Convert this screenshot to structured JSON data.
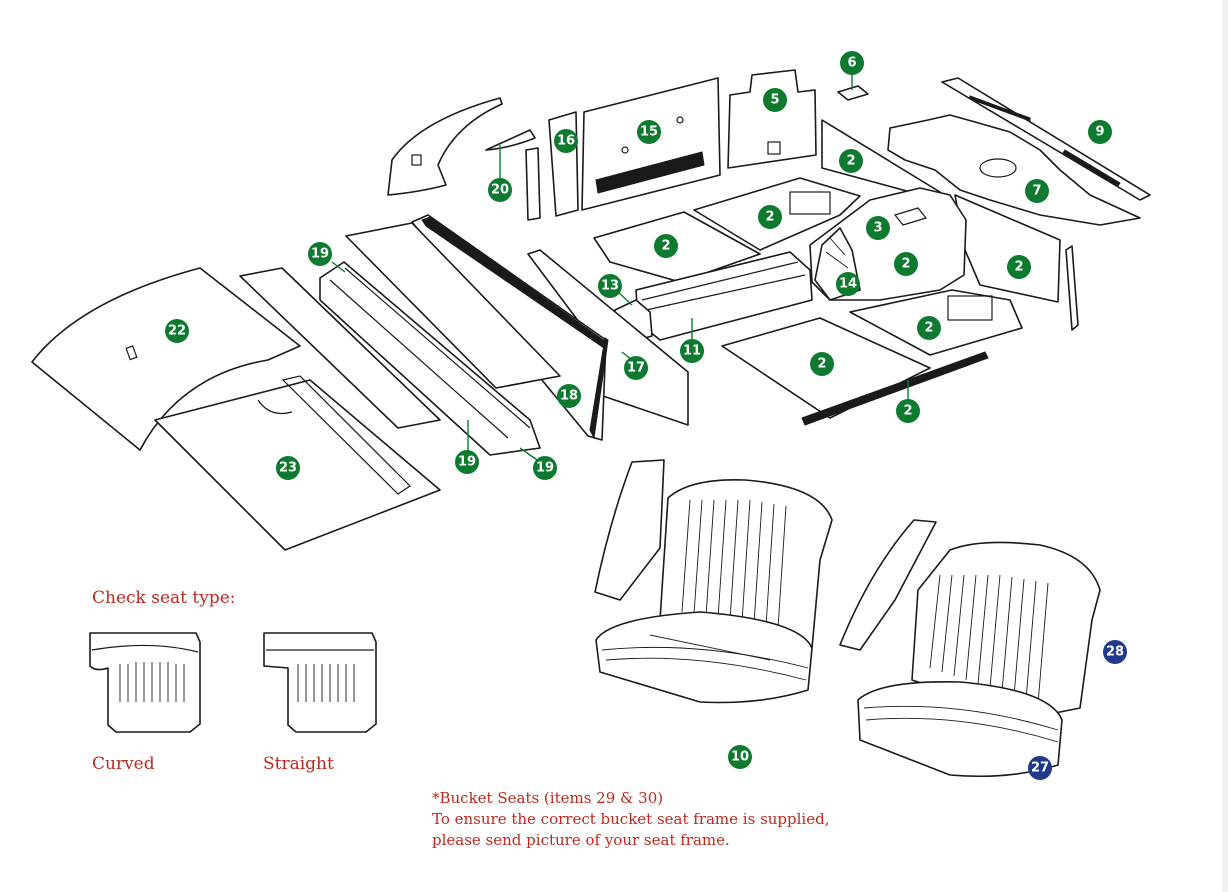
{
  "colors": {
    "badge_green": "#0d7a2f",
    "badge_blue": "#1f3a8a",
    "text_red": "#c0281e",
    "outline": "#1a1a1a"
  },
  "badges": {
    "b2a": "2",
    "b2b": "2",
    "b2c": "2",
    "b2d": "2",
    "b2e": "2",
    "b2f": "2",
    "b2g": "2",
    "b2h": "2",
    "b3": "3",
    "b5": "5",
    "b6": "6",
    "b7": "7",
    "b9": "9",
    "b10": "10",
    "b11": "11",
    "b13": "13",
    "b14": "14",
    "b15": "15",
    "b16": "16",
    "b17": "17",
    "b18": "18",
    "b19a": "19",
    "b19b": "19",
    "b19c": "19",
    "b20": "20",
    "b22": "22",
    "b23": "23",
    "b27": "27",
    "b28": "28"
  },
  "seat_type": {
    "heading": "Check seat type:",
    "curved_label": "Curved",
    "straight_label": "Straight"
  },
  "note": {
    "line1": "*Bucket Seats (items 29 & 30)",
    "line2": "To ensure the correct bucket seat frame is supplied,",
    "line3": "please send picture of your seat frame."
  }
}
